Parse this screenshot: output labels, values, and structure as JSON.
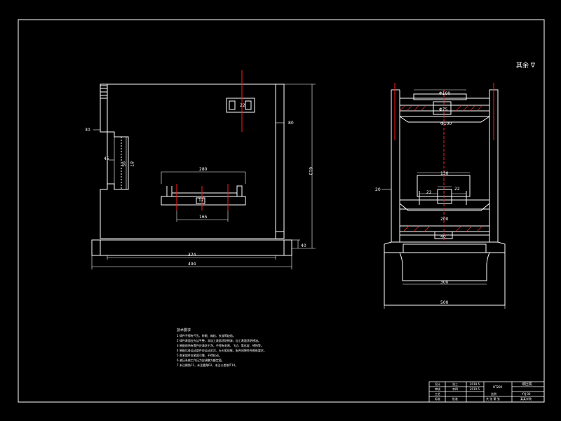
{
  "colors": {
    "background": "#000000",
    "line": "#ffffff",
    "centerline": "#ff1a1a",
    "hatch": "#ff3333"
  },
  "front_view": {
    "dims": {
      "overall_width": "494",
      "inner_width": "374",
      "height": "613",
      "wall_thickness": "80",
      "left_step": "30",
      "slot_top": "45",
      "slot_height": "95",
      "slot_depth": "87",
      "base_height": "40",
      "table_width": "280",
      "table_offset": "12",
      "table_hole": "165",
      "small_part": "22"
    }
  },
  "side_view": {
    "dims": {
      "top_width": "Φ100",
      "top_inner": "Φ75",
      "mid_width": "Φ100",
      "inner_block": "130",
      "inner_left": "22",
      "inner_right": "22",
      "lower_width": "200",
      "lower_small": "40",
      "side_dim": "20",
      "base_inner": "300",
      "base_outer": "500"
    }
  },
  "roughness": "其余 ∇",
  "notes": {
    "title": "技术要求",
    "lines": [
      "1  铸件不得有气孔、砂眼、缩松、夹渣等缺陷。",
      "2  铸件表面应光洁平整，非加工表面涂防锈漆，加工表面涂防锈油。",
      "3  装配前所有零件应清洗干净，不得有毛刺、飞边、氧化皮、锈蚀等。",
      "4  装配后各运动部件应运动灵活，无卡阻现象，配合间隙符合图纸要求。",
      "5  各紧固件应紧固可靠，不得松动。",
      "6  液压系统工作压力应调整为额定值。",
      "7  未注倒角C1，未注圆角R2，未注公差按IT14。"
    ]
  },
  "title_block": {
    "row_labels": [
      "设计",
      "审核",
      "工艺",
      "标准"
    ],
    "row_names": [
      "张三",
      "李四",
      "",
      "批准"
    ],
    "dates": [
      "2019.5",
      "2019.5",
      "",
      ""
    ],
    "material": "HT200",
    "drawing_name": "液压机",
    "scale_label": "比例",
    "sheet_label": "共 张 第 张",
    "drawing_no": "YYJ-00",
    "company": "某某学院"
  }
}
